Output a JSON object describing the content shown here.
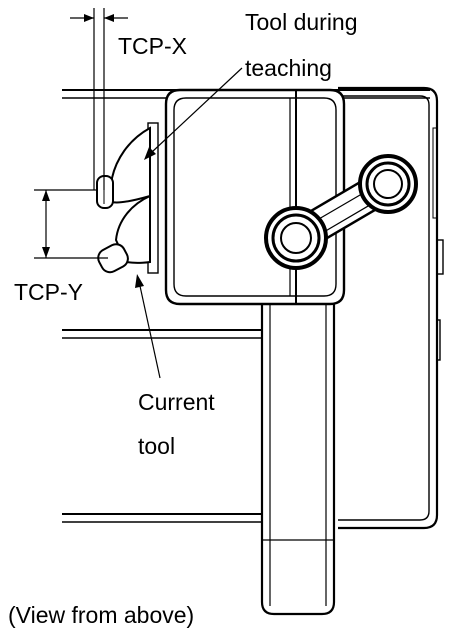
{
  "labels": {
    "tcp_x": "TCP-X",
    "tool_during_line1": "Tool during",
    "tool_during_line2": "teaching",
    "tcp_y": "TCP-Y",
    "current_line1": "Current",
    "current_line2": "tool",
    "view": "(View from above)"
  },
  "colors": {
    "ink": "#000000",
    "paper": "#ffffff"
  }
}
